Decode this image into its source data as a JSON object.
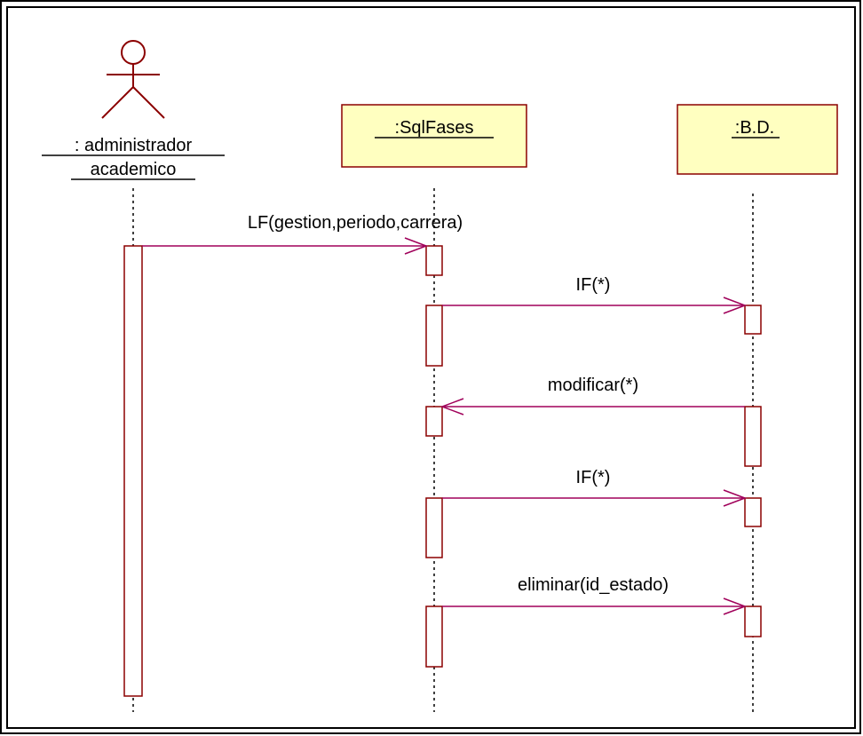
{
  "colors": {
    "frame": "#000000",
    "object_fill": "#ffffc0",
    "object_border": "#8b0000",
    "activation_border": "#8b0000",
    "message_line": "#a0005a",
    "lifeline": "#000000",
    "actor_stroke": "#8b0000",
    "text": "#000000"
  },
  "actor": {
    "icon": "stick-figure-icon",
    "name_line1": ": administrador",
    "name_line2": "academico"
  },
  "objects": [
    {
      "name": ":SqlFases"
    },
    {
      "name": ":B.D."
    }
  ],
  "messages": [
    {
      "label": "LF(gestion,periodo,carrera)",
      "from": "actor",
      "to": ":SqlFases"
    },
    {
      "label": "IF(*)",
      "from": ":SqlFases",
      "to": ":B.D."
    },
    {
      "label": "modificar(*)",
      "from": ":B.D.",
      "to": ":SqlFases"
    },
    {
      "label": "IF(*)",
      "from": ":SqlFases",
      "to": ":B.D."
    },
    {
      "label": "eliminar(id_estado)",
      "from": ":SqlFases",
      "to": ":B.D."
    }
  ]
}
